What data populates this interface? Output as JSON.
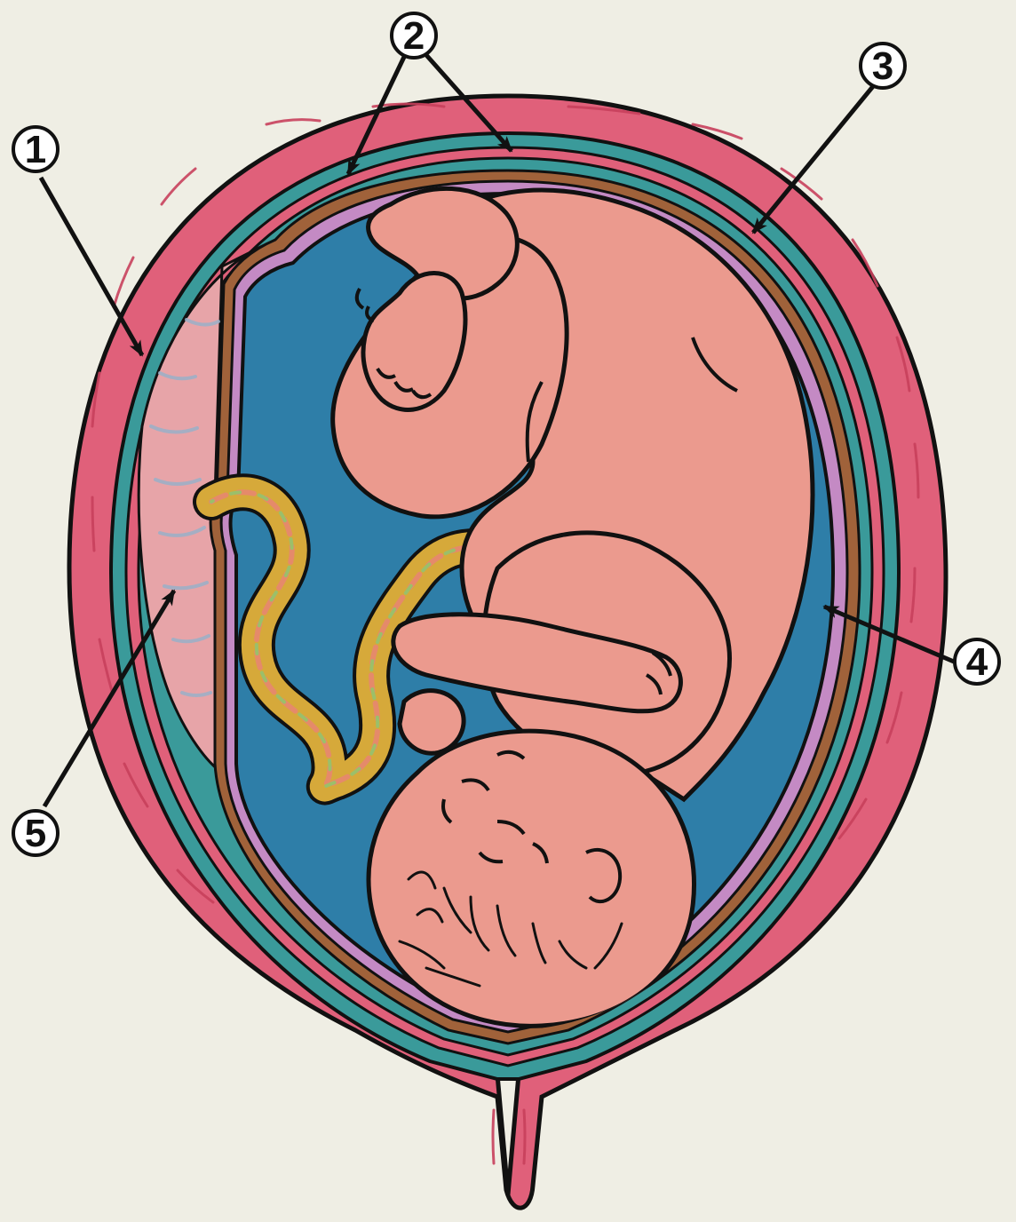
{
  "colors": {
    "background": "#efeee4",
    "uterine_wall": "#e0607a",
    "uterine_wall_streaks": "#c8405c",
    "decidua": "#3a9a9a",
    "chorion": "#a0623a",
    "amnion": "#c48ac4",
    "amniotic_fluid": "#2e7ea8",
    "fetus_skin": "#eb9a8e",
    "placenta": "#e7a4a8",
    "placenta_vessels": "#9ab0c8",
    "umbilical_cord": "#d6a93a",
    "outline": "#111111"
  },
  "callouts": [
    {
      "id": "1",
      "label": "1",
      "icon": "circled-number-icon"
    },
    {
      "id": "2",
      "label": "2",
      "icon": "circled-number-icon"
    },
    {
      "id": "3",
      "label": "3",
      "icon": "circled-number-icon"
    },
    {
      "id": "4",
      "label": "4",
      "icon": "circled-number-icon"
    },
    {
      "id": "5",
      "label": "5",
      "icon": "circled-number-icon"
    }
  ]
}
